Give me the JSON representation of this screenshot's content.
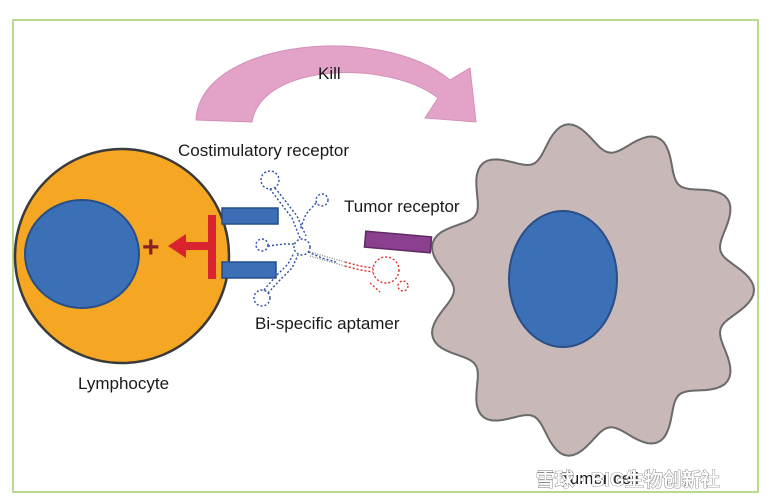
{
  "labels": {
    "kill": "Kill",
    "costimulatory_receptor": "Costimulatory receptor",
    "tumor_receptor": "Tumor receptor",
    "bispecific_aptamer": "Bi-specific aptamer",
    "lymphocyte": "Lymphocyte",
    "tumor_cell": "Tumor cell",
    "plus_sign": "+"
  },
  "watermark": {
    "text": "雪球 · BIG生物创新社"
  },
  "colors": {
    "border": "#b9d98f",
    "lymphocyte_fill": "#f5a623",
    "nucleus_fill": "#3b6fb6",
    "tumor_fill": "#c8b8b8",
    "receptor_blue": "#3c6fb5",
    "tumor_receptor": "#8b3f8f",
    "inhibition_red": "#d9242f",
    "kill_arrow": "#e3a3c9",
    "aptamer_blue": "#2f4fa8",
    "aptamer_red": "#e0302f"
  }
}
